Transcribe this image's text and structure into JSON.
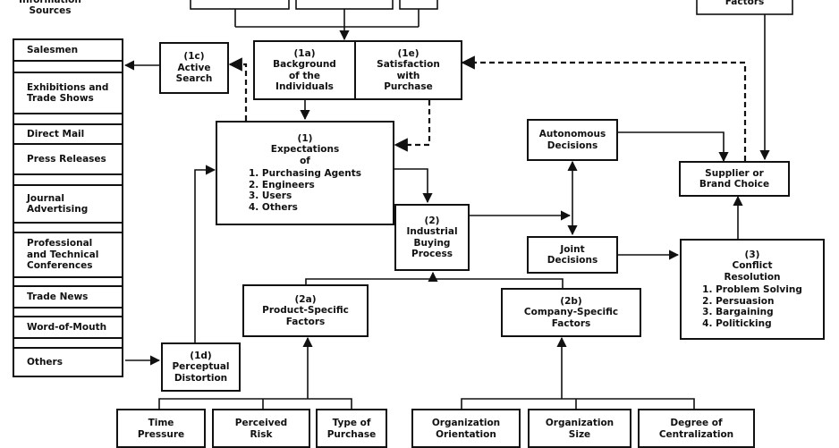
{
  "header": {
    "information_sources_label": "Information\nSources",
    "situational_factors_label": "Factors"
  },
  "sources": [
    "Salesmen",
    "Exhibitions and\nTrade Shows",
    "Direct Mail",
    "Press Releases",
    "Journal\nAdvertising",
    "Professional\nand Technical\nConferences",
    "Trade News",
    "Word-of-Mouth",
    "Others"
  ],
  "nodes": {
    "active_search": {
      "id": "(1c)",
      "label": "Active\nSearch"
    },
    "background": {
      "id": "(1a)",
      "label": "Background\nof the\nIndividuals"
    },
    "satisfaction": {
      "id": "(1e)",
      "label": "Satisfaction\nwith\nPurchase"
    },
    "expectations": {
      "id": "(1)",
      "label": "Expectations\nof",
      "items": [
        "1.  Purchasing Agents",
        "2.  Engineers",
        "3.  Users",
        "4.  Others"
      ]
    },
    "buying_process": {
      "id": "(2)",
      "label": "Industrial\nBuying\nProcess"
    },
    "autonomous": {
      "label": "Autonomous\nDecisions"
    },
    "joint": {
      "label": "Joint\nDecisions"
    },
    "supplier_choice": {
      "label": "Supplier or\nBrand Choice"
    },
    "conflict": {
      "id": "(3)",
      "label": "Conflict\nResolution",
      "items": [
        "1.  Problem Solving",
        "2.  Persuasion",
        "3.  Bargaining",
        "4.  Politicking"
      ]
    },
    "product_specific": {
      "id": "(2a)",
      "label": "Product-Specific\nFactors"
    },
    "company_specific": {
      "id": "(2b)",
      "label": "Company-Specific\nFactors"
    },
    "perceptual": {
      "id": "(1d)",
      "label": "Perceptual\nDistortion"
    }
  },
  "bottom_factors": {
    "product": [
      "Time\nPressure",
      "Perceived\nRisk",
      "Type of\nPurchase"
    ],
    "company": [
      "Organization\nOrientation",
      "Organization\nSize",
      "Degree of\nCentralization"
    ]
  }
}
